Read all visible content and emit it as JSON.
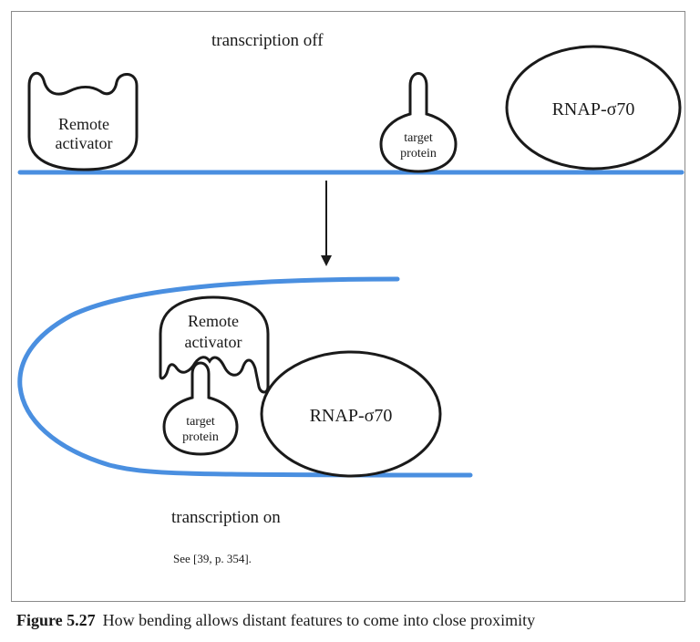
{
  "top_panel": {
    "state_label": "transcription off",
    "remote_activator": [
      "Remote",
      "activator"
    ],
    "target_protein": [
      "target",
      "protein"
    ],
    "rnap": "RNAP-σ70"
  },
  "bottom_panel": {
    "state_label": "transcription on",
    "remote_activator": [
      "Remote",
      "activator"
    ],
    "target_protein": [
      "target",
      "protein"
    ],
    "rnap": "RNAP-σ70",
    "reference": "See [39,  p. 354]."
  },
  "caption": {
    "figure_number": "Figure 5.27",
    "text": "How bending allows distant features to come into close proximity"
  },
  "colors": {
    "dna": "#4a8fe0",
    "outline": "#1a1a1a"
  }
}
